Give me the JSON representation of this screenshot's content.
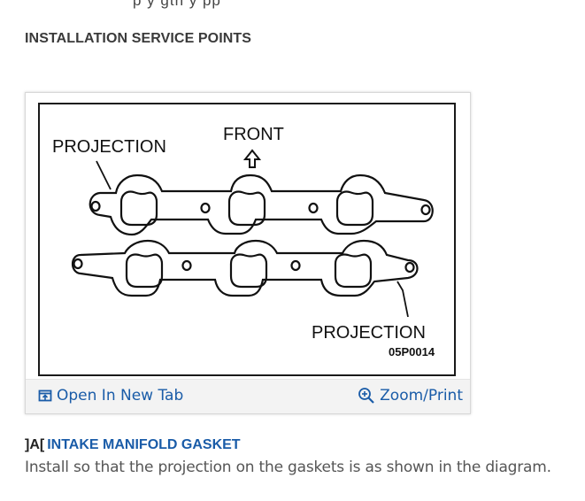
{
  "page": {
    "cut_off_text": "p  y  gth y pp",
    "section_heading": "INSTALLATION SERVICE POINTS"
  },
  "figure": {
    "labels": {
      "front": "FRONT",
      "projection_top": "PROJECTION",
      "projection_bottom": "PROJECTION",
      "figure_code": "05P0014"
    },
    "open_tab_label": "Open In New Tab",
    "zoom_label": "Zoom/Print",
    "icons": [
      "open-in-new-tab-icon",
      "zoom-in-icon",
      "front-arrow-icon"
    ],
    "link_color": "#1a5ca8"
  },
  "step": {
    "marker": "]A[",
    "title": "INTAKE MANIFOLD GASKET",
    "body": "Install so that the projection on the gaskets is as shown in the diagram."
  }
}
